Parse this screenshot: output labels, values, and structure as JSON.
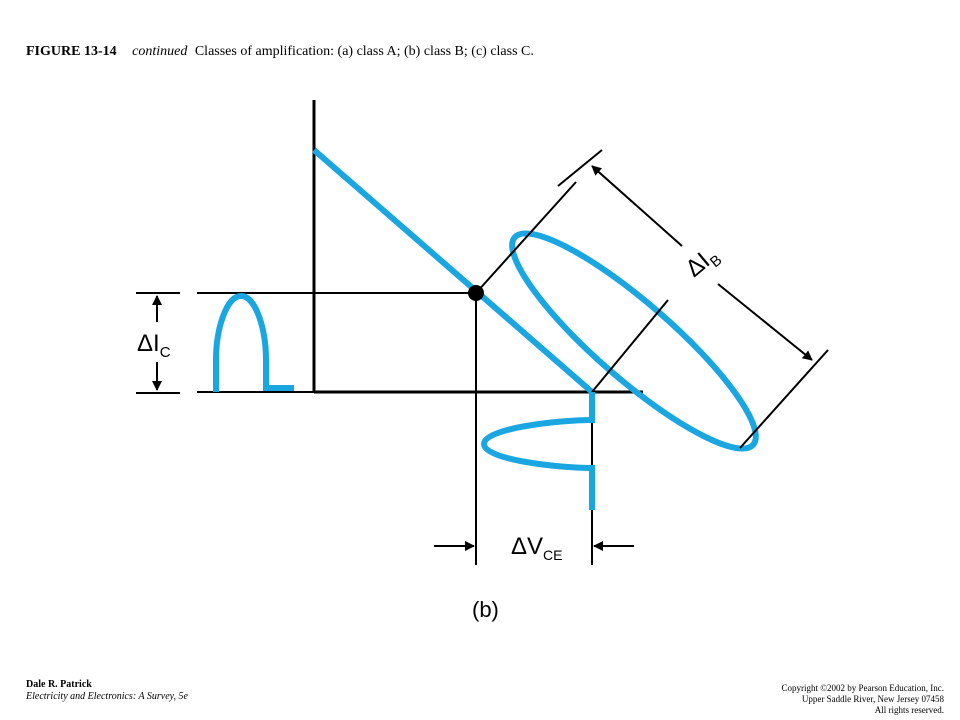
{
  "caption": {
    "figure_label": "FIGURE 13-14",
    "continued": "continued",
    "text": "Classes of amplification: (a) class A; (b) class B; (c) class C."
  },
  "diagram": {
    "delta_symbol": "Δ",
    "ic_label": "I",
    "ic_sub": "C",
    "ib_label": "I",
    "ib_sub": "B",
    "vce_label": "V",
    "vce_sub": "CE",
    "panel_label": "(b)",
    "colors": {
      "curve": "#1aa6e0",
      "line": "#000000"
    }
  },
  "footer": {
    "author": "Dale R. Patrick",
    "book": "Electricity and Electronics: A Survey, 5e",
    "copyright": "Copyright ©2002 by Pearson Education, Inc.",
    "address": "Upper Saddle River, New Jersey 07458",
    "rights": "All rights reserved."
  }
}
